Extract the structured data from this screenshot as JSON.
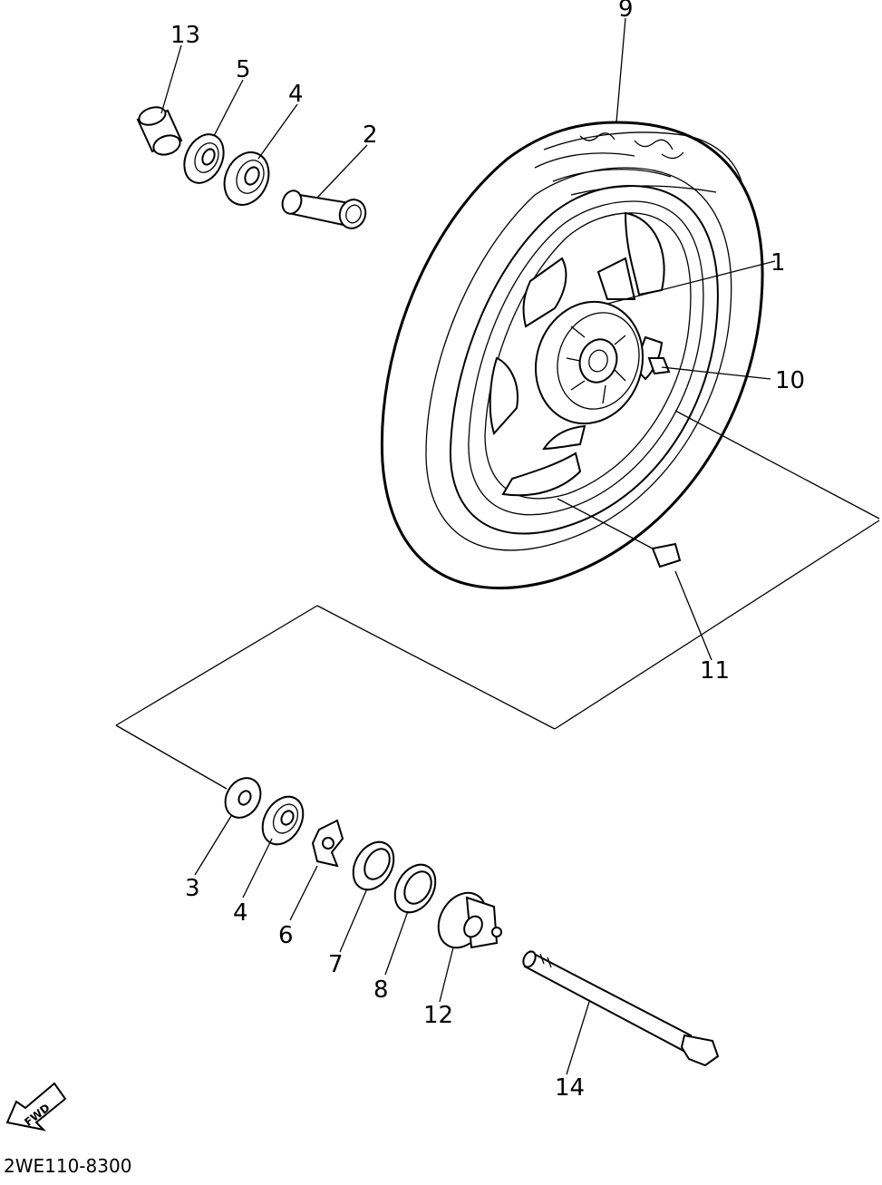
{
  "callouts": {
    "c1": "1",
    "c2": "2",
    "c3": "3",
    "c4a": "4",
    "c4b": "4",
    "c5": "5",
    "c6": "6",
    "c7": "7",
    "c8": "8",
    "c9": "9",
    "c10": "10",
    "c11": "11",
    "c12": "12",
    "c13": "13",
    "c14": "14"
  },
  "fwd_arrow": {
    "label": "FWD"
  },
  "drawing_code": "2WE110-8300"
}
